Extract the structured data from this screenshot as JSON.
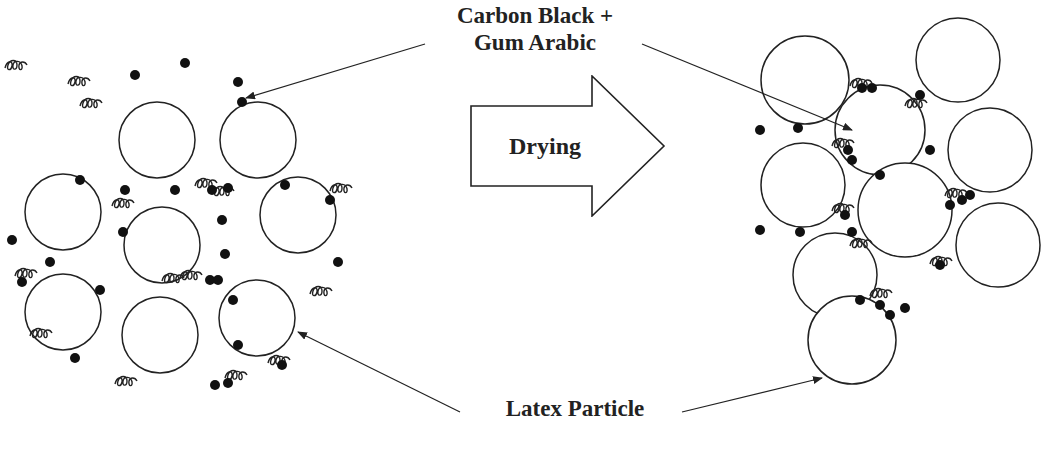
{
  "diagram": {
    "nodes": [
      {
        "text": [
          "Drying"
        ]
      }
    ],
    "labels": [
      "Carbon Black + Gum Arabic",
      "Latex Particle"
    ]
  }
}
